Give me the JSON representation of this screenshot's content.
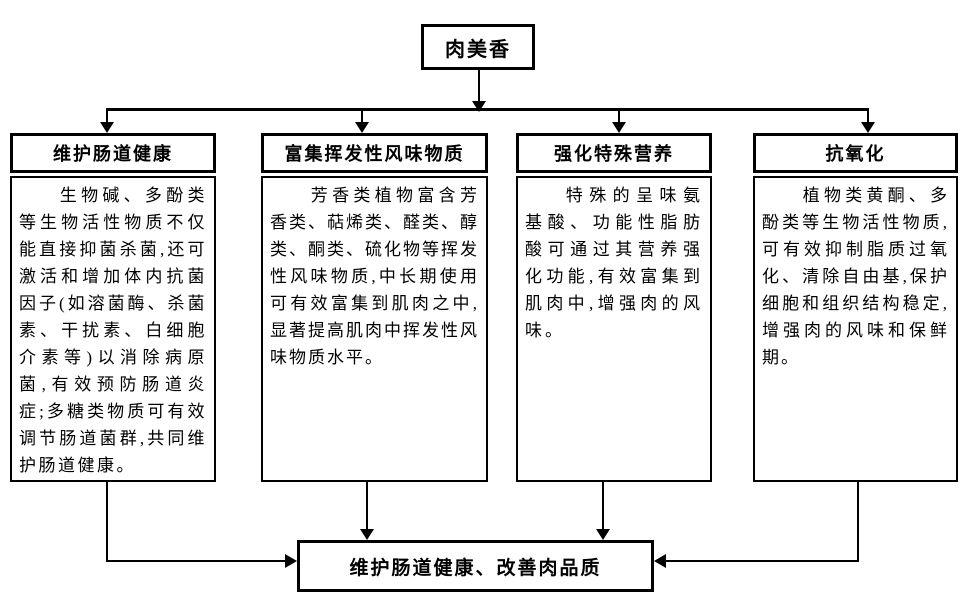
{
  "diagram": {
    "root": {
      "label": "肉美香"
    },
    "branches": [
      {
        "header": "维护肠道健康",
        "body": "生物碱、多酚类等生物活性物质不仅能直接抑菌杀菌,还可激活和增加体内抗菌因子(如溶菌酶、杀菌素、干扰素、白细胞介素等)以消除病原菌,有效预防肠道炎症;多糖类物质可有效调节肠道菌群,共同维护肠道健康。"
      },
      {
        "header": "富集挥发性风味物质",
        "body": "芳香类植物富含芳香类、萜烯类、醛类、醇类、酮类、硫化物等挥发性风味物质,中长期使用可有效富集到肌肉之中,显著提高肌肉中挥发性风味物质水平。"
      },
      {
        "header": "强化特殊营养",
        "body": "特殊的呈味氨基酸、功能性脂肪酸可通过其营养强化功能,有效富集到肌肉中,增强肉的风味。"
      },
      {
        "header": "抗氧化",
        "body": "植物类黄酮、多酚类等生物活性物质,可有效抑制脂质过氧化、清除自由基,保护细胞和组织结构稳定,增强肉的风味和保鲜期。"
      }
    ],
    "conclusion": {
      "label": "维护肠道健康、改善肉品质"
    }
  },
  "colors": {
    "background": "#ffffff",
    "border": "#000000",
    "text": "#000000",
    "line": "#000000"
  }
}
